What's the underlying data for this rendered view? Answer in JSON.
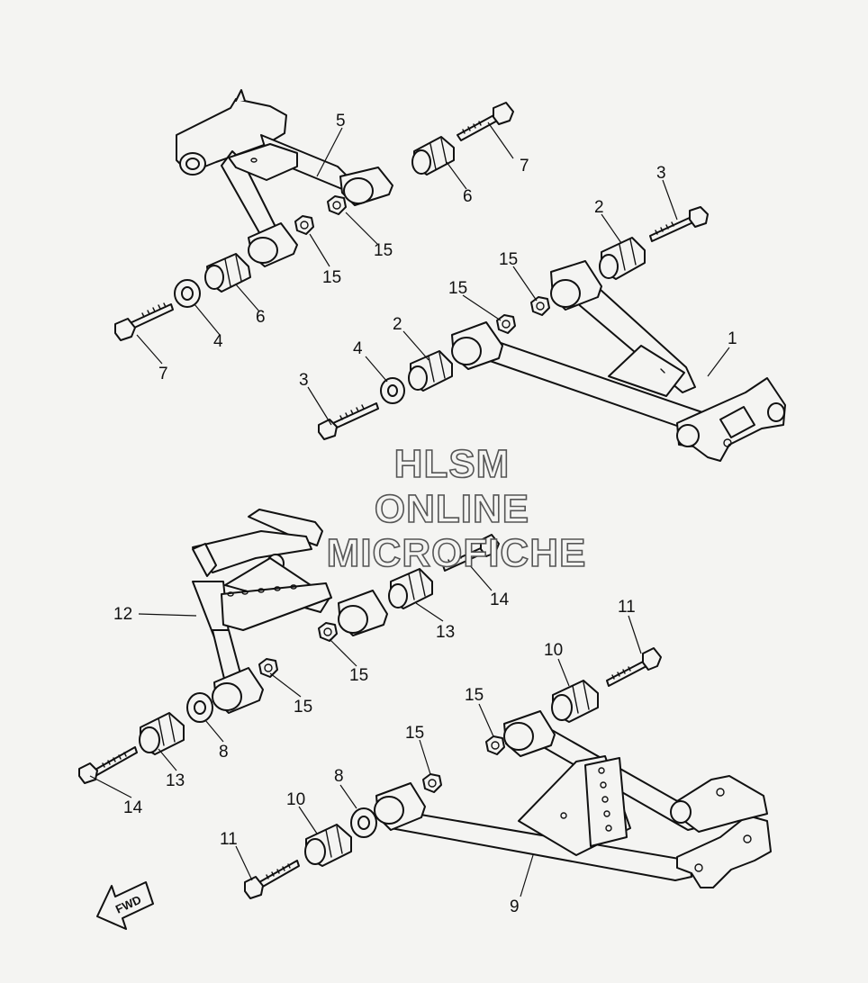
{
  "diagram": {
    "callouts": {
      "c1": "1",
      "c2a": "2",
      "c2b": "2",
      "c3a": "3",
      "c3b": "3",
      "c4a": "4",
      "c4b": "4",
      "c5": "5",
      "c6a": "6",
      "c6b": "6",
      "c7a": "7",
      "c7b": "7",
      "c8a": "8",
      "c8b": "8",
      "c9": "9",
      "c10a": "10",
      "c10b": "10",
      "c11a": "11",
      "c11b": "11",
      "c12": "12",
      "c13a": "13",
      "c13b": "13",
      "c14a": "14",
      "c14b": "14",
      "c15a": "15",
      "c15b": "15",
      "c15c": "15",
      "c15d": "15",
      "c15e": "15",
      "c15f": "15",
      "c15g": "15",
      "c15h": "15"
    },
    "watermark": {
      "line1": "HLSM",
      "line2": "ONLINE",
      "line3": "MICROFICHE"
    },
    "direction_label": "FWD"
  }
}
